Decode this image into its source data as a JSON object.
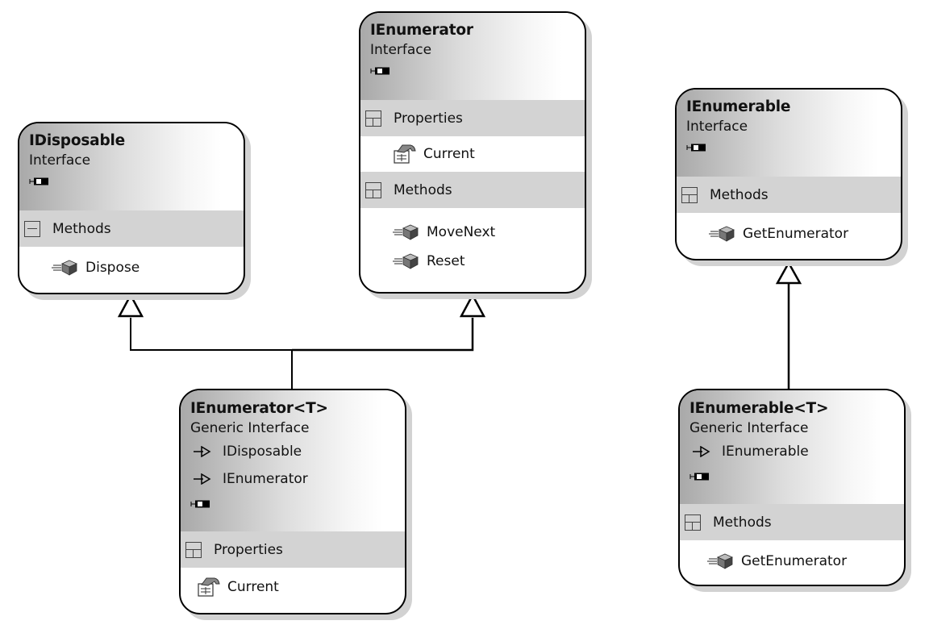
{
  "diagram": {
    "type": "class-diagram",
    "colors": {
      "border": "#000000",
      "compartment": "#d3d3d3",
      "shadow": "#d2d2d2",
      "header_gradient_start": "#a9a9a9",
      "header_gradient_end": "#ffffff"
    },
    "shapes": {
      "idisposable": {
        "name": "IDisposable",
        "stereotype": "Interface",
        "inherits": [],
        "compartments": [
          {
            "label": "Methods",
            "state": "expanded",
            "members": [
              {
                "name": "Dispose",
                "kind": "method"
              }
            ]
          }
        ]
      },
      "ienumerator": {
        "name": "IEnumerator",
        "stereotype": "Interface",
        "inherits": [],
        "compartments": [
          {
            "label": "Properties",
            "state": "collapsed-toggle",
            "members": [
              {
                "name": "Current",
                "kind": "property"
              }
            ]
          },
          {
            "label": "Methods",
            "state": "collapsed-toggle",
            "members": [
              {
                "name": "MoveNext",
                "kind": "method"
              },
              {
                "name": "Reset",
                "kind": "method"
              }
            ]
          }
        ]
      },
      "ienumerable": {
        "name": "IEnumerable",
        "stereotype": "Interface",
        "inherits": [],
        "compartments": [
          {
            "label": "Methods",
            "state": "collapsed-toggle",
            "members": [
              {
                "name": "GetEnumerator",
                "kind": "method"
              }
            ]
          }
        ]
      },
      "ienumerator_t": {
        "name": "IEnumerator<T>",
        "stereotype": "Generic Interface",
        "inherits": [
          "IDisposable",
          "IEnumerator"
        ],
        "compartments": [
          {
            "label": "Properties",
            "state": "collapsed-toggle",
            "members": [
              {
                "name": "Current",
                "kind": "property"
              }
            ]
          }
        ]
      },
      "ienumerable_t": {
        "name": "IEnumerable<T>",
        "stereotype": "Generic Interface",
        "inherits": [
          "IEnumerable"
        ],
        "compartments": [
          {
            "label": "Methods",
            "state": "collapsed-toggle",
            "members": [
              {
                "name": "GetEnumerator",
                "kind": "method"
              }
            ]
          }
        ]
      }
    },
    "relationships": [
      {
        "from": "IEnumerator<T>",
        "to": "IDisposable",
        "type": "inheritance"
      },
      {
        "from": "IEnumerator<T>",
        "to": "IEnumerator",
        "type": "inheritance"
      },
      {
        "from": "IEnumerable<T>",
        "to": "IEnumerable",
        "type": "inheritance"
      }
    ],
    "icons": {
      "interface": "interface-lollipop-icon",
      "method": "method-cube-icon",
      "property": "property-hand-icon",
      "inherits": "inheritance-arrow-icon"
    }
  }
}
